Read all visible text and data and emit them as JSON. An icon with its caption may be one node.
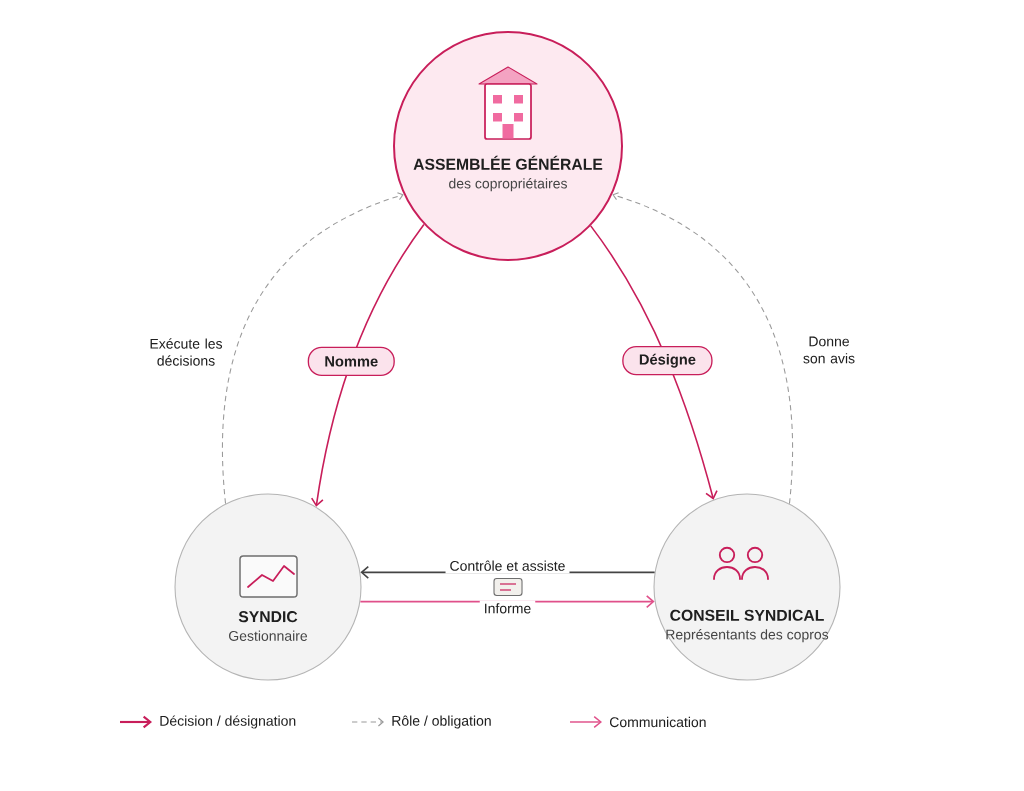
{
  "diagram": {
    "nodes": [
      {
        "text": [
          "ASSEMBLÉE GÉNÉRALE",
          "des copropriétaires"
        ]
      },
      {
        "text": [
          "SYNDIC",
          "Gestionnaire"
        ]
      },
      {
        "text": [
          "CONSEIL SYNDICAL",
          "Représentants des copros"
        ]
      }
    ],
    "edges": [
      {
        "from": 0,
        "to": 1,
        "arrow": "to",
        "label": "Nomme",
        "color": "#c81e5a"
      },
      {
        "from": 0,
        "to": 2,
        "arrow": "to",
        "label": "Désigne",
        "color": "#c81e5a"
      },
      {
        "from": 1,
        "to": 0,
        "arrow": "to",
        "label": "Exécute les décisions",
        "style": "dashed",
        "color": "#9a9a9a"
      },
      {
        "from": 2,
        "to": 0,
        "arrow": "to",
        "label": "Donne son avis",
        "style": "dashed",
        "color": "#9a9a9a"
      },
      {
        "from": 2,
        "to": 1,
        "arrow": "to",
        "label": "Contrôle et assiste",
        "color": "#444444"
      },
      {
        "from": 1,
        "to": 2,
        "arrow": "to",
        "label": "Informe",
        "color": "#e0508a"
      }
    ],
    "legend": [
      {
        "text": "Décision / désignation"
      },
      {
        "text": "Rôle / obligation"
      },
      {
        "text": "Communication"
      }
    ]
  }
}
